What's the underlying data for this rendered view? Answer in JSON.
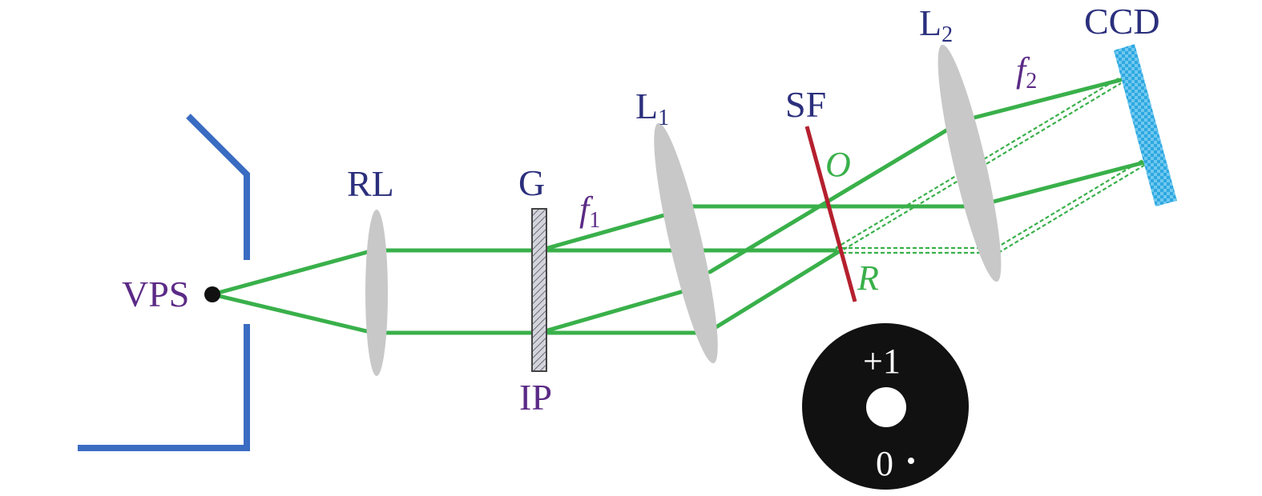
{
  "labels": {
    "vps": "VPS",
    "rl": "RL",
    "g": "G",
    "ip": "IP",
    "f1_main": "f",
    "f1_sub": "1",
    "l1_main": "L",
    "l1_sub": "1",
    "sf": "SF",
    "o": "O",
    "r": "R",
    "l2_main": "L",
    "l2_sub": "2",
    "f2_main": "f",
    "f2_sub": "2",
    "ccd": "CCD",
    "order_plus": "+1",
    "order_zero": "0"
  },
  "colors": {
    "beam": "#39b04a",
    "wall": "#3a6cc2",
    "lens": "#c8c8c8",
    "spatial_filter": "#b5202e",
    "ccd": "#2fa8e0",
    "grating": "#b9b9c4",
    "navy_label": "#2b2f7c",
    "purple_label": "#5b2a86"
  }
}
